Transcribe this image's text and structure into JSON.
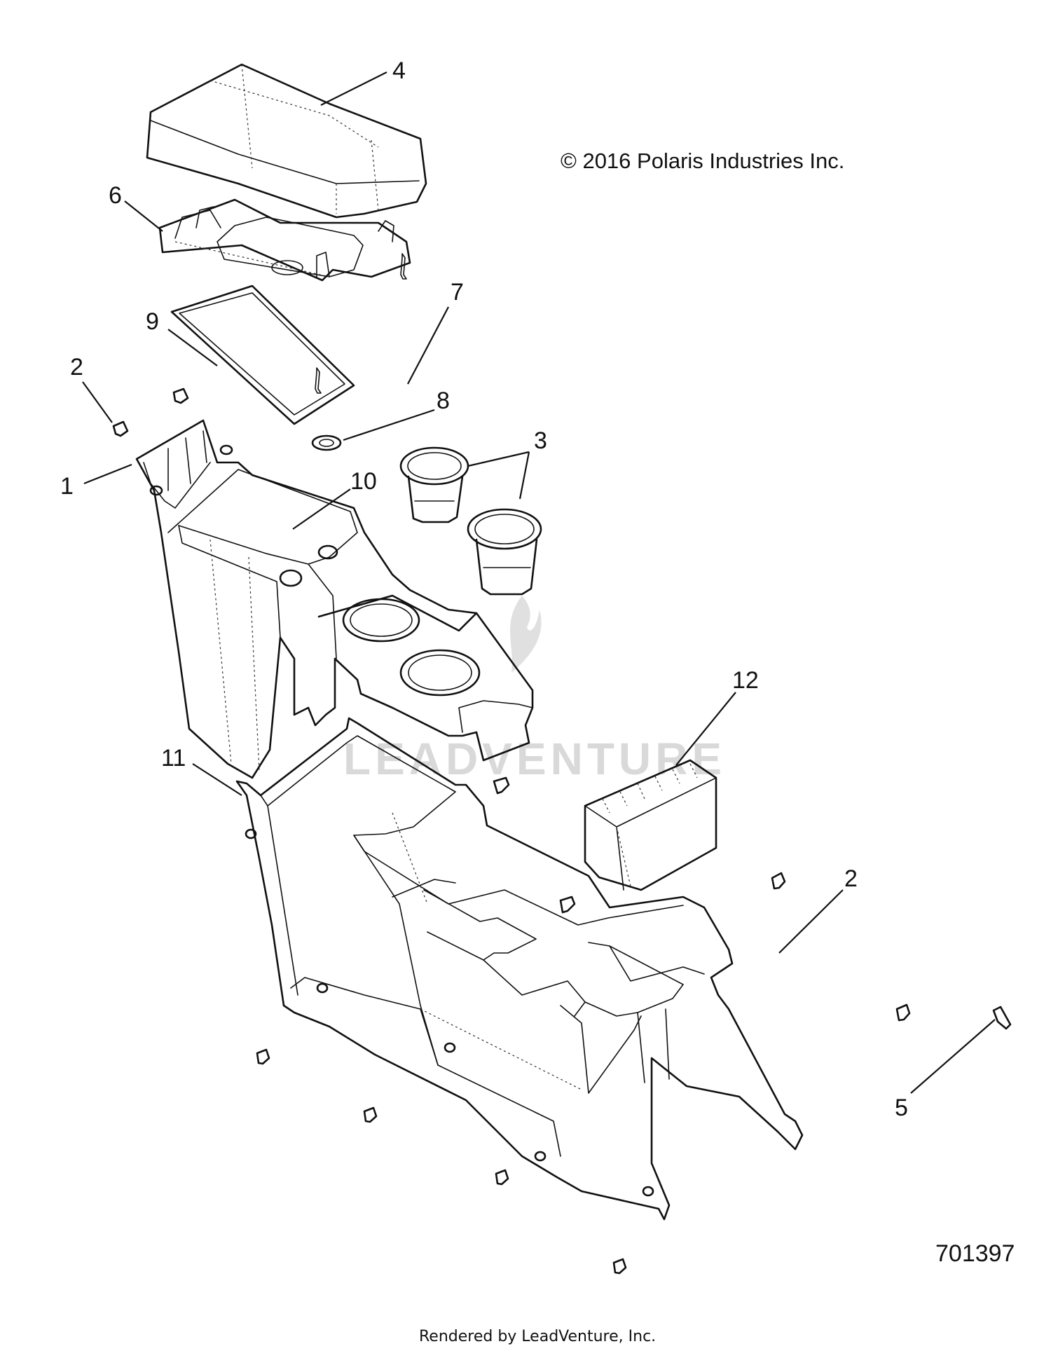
{
  "copyright": "© 2016 Polaris Industries Inc.",
  "part_number": "701397",
  "footer": "Rendered by LeadVenture, Inc.",
  "watermark": "LEADVENTURE",
  "callouts": [
    "4",
    "6",
    "7",
    "9",
    "2",
    "8",
    "3",
    "1",
    "10",
    "12",
    "11",
    "2",
    "5"
  ]
}
